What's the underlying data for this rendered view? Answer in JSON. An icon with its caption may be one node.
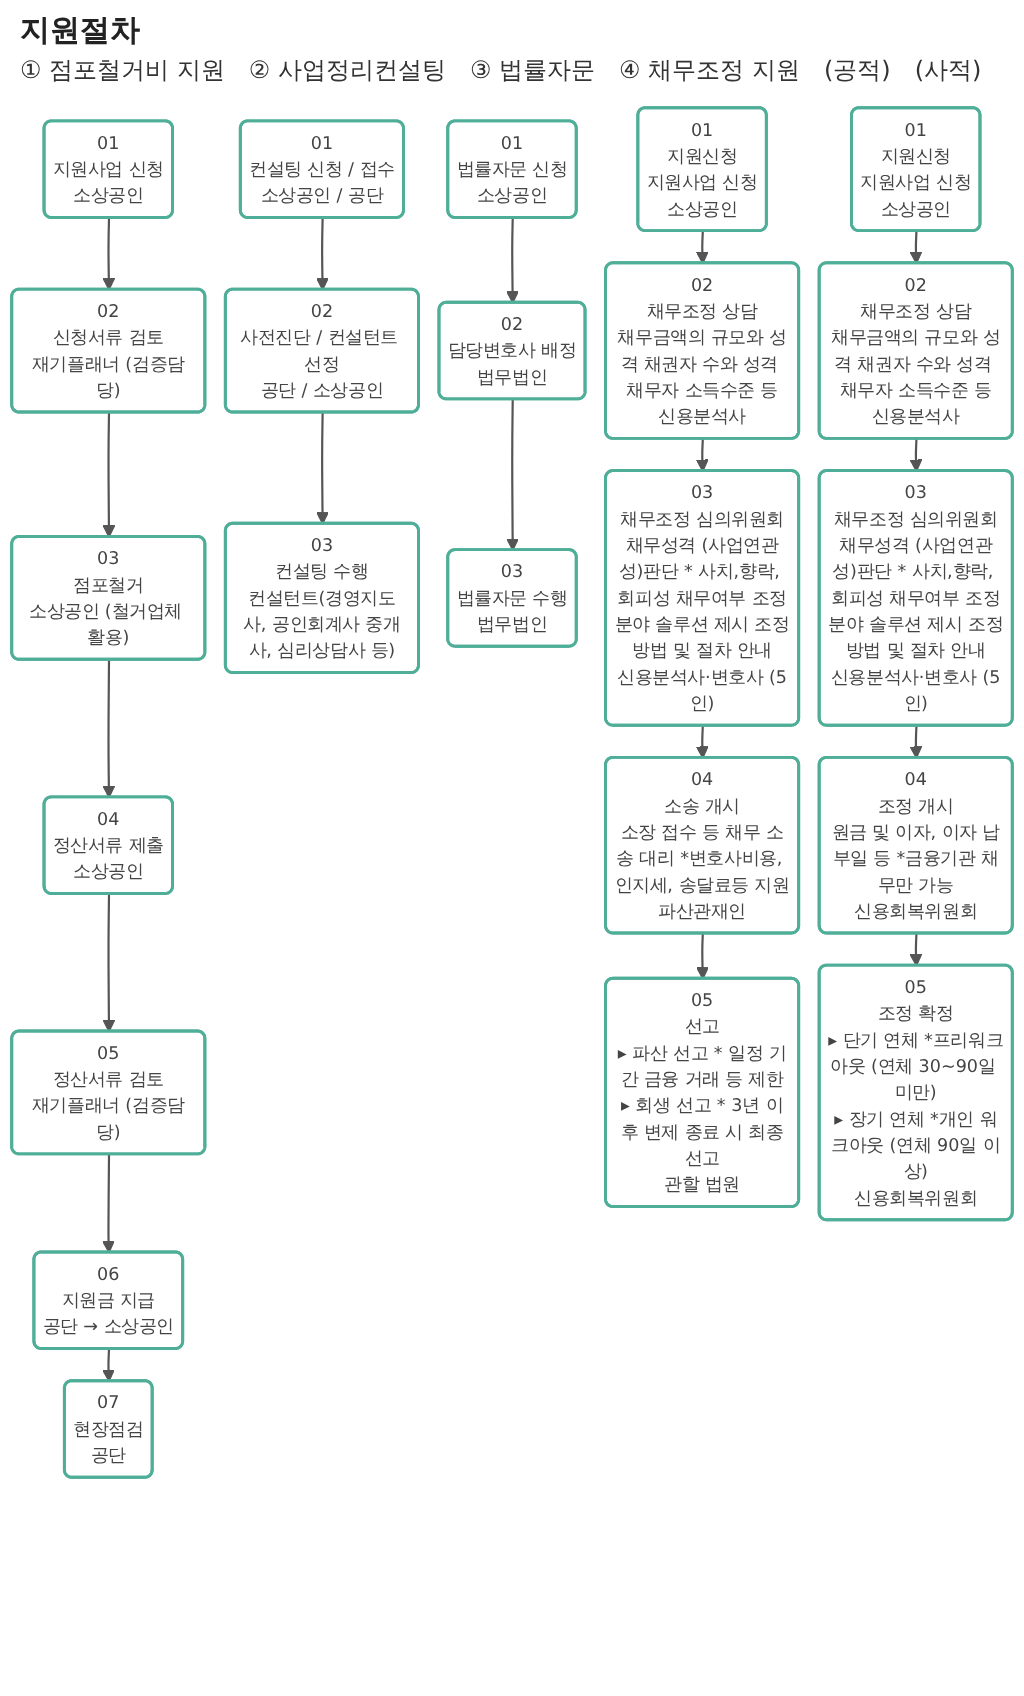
{
  "diagram": {
    "title": "지원절차",
    "nodes": [
      {
        "text": [
          "01",
          "지원사업 신청",
          "소상공인"
        ]
      },
      {
        "text": [
          "02",
          "신청서류 검토",
          "재기플래너 (검증담당)"
        ]
      },
      {
        "text": [
          "03",
          "점포철거",
          "소상공인 (철거업체 활용)"
        ]
      },
      {
        "text": [
          "04",
          "정산서류 제출",
          "소상공인"
        ]
      },
      {
        "text": [
          "05",
          "정산서류 검토",
          "재기플래너 (검증담당)"
        ]
      },
      {
        "text": [
          "06",
          "지원금 지급",
          "공단 → 소상공인"
        ]
      },
      {
        "text": [
          "07",
          "현장점검",
          "공단"
        ]
      },
      {
        "text": [
          "01",
          "컨설팅 신청 / 접수",
          "소상공인 / 공단"
        ]
      },
      {
        "text": [
          "02",
          "사전진단 / 컨설턴트 선정",
          "공단 / 소상공인"
        ]
      },
      {
        "text": [
          "03",
          "컨설팅 수행",
          "컨설턴트(경영지도사, 공인회계사 중개사, 심리상담사 등)"
        ]
      },
      {
        "text": [
          "01",
          "법률자문 신청",
          "소상공인"
        ]
      },
      {
        "text": [
          "02",
          "담당변호사 배정",
          "법무법인"
        ]
      },
      {
        "text": [
          "03",
          "법률자문 수행",
          "법무법인"
        ]
      },
      {
        "text": [
          "01",
          "지원신청",
          "지원사업 신청",
          "소상공인"
        ]
      },
      {
        "text": [
          "02",
          "채무조정 상담",
          "채무금액의 규모와 성격 채권자 수와 성격 채무자 소득수준 등",
          "신용분석사"
        ]
      },
      {
        "text": [
          "03",
          "채무조정 심의위원회",
          "채무성격 (사업연관성)판단 * 사치,향락, 회피성 채무여부 조정분야 솔루션 제시 조정방법 및 절차 안내",
          "신용분석사·변호사 (5인)"
        ]
      },
      {
        "text": [
          "04",
          "소송 개시",
          "소장 접수 등 채무 소송 대리 *변호사비용, 인지세, 송달료등 지원",
          "파산관재인"
        ]
      },
      {
        "text": [
          "05",
          "선고",
          "▸ 파산 선고 * 일정 기간 금융 거래 등 제한",
          "▸ 회생 선고 * 3년 이후 변제 종료 시 최종선고",
          "관할 법원"
        ]
      },
      {
        "text": [
          "01",
          "지원신청",
          "지원사업 신청",
          "소상공인"
        ]
      },
      {
        "text": [
          "02",
          "채무조정 상담",
          "채무금액의 규모와 성격 채권자 수와 성격 채무자 소득수준 등",
          "신용분석사"
        ]
      },
      {
        "text": [
          "03",
          "채무조정 심의위원회",
          "채무성격 (사업연관성)판단 * 사치,향락, 회피성 채무여부 조정분야 솔루션 제시 조정방법 및 절차 안내",
          "신용분석사·변호사 (5인)"
        ]
      },
      {
        "text": [
          "04",
          "조정 개시",
          "원금 및 이자, 이자 납부일 등 *금융기관 채무만 가능",
          "신용회복위원회"
        ]
      },
      {
        "text": [
          "05",
          "조정 확정",
          "▸ 단기 연체 *프리워크아웃 (연체 30~90일 미만)",
          "▸ 장기 연체 *개인 워크아웃 (연체 90일 이상)",
          "신용회복위원회"
        ]
      }
    ],
    "edges": [
      {
        "from": 0,
        "to": 1,
        "arrow": "to"
      },
      {
        "from": 1,
        "to": 2,
        "arrow": "to"
      },
      {
        "from": 2,
        "to": 3,
        "arrow": "to"
      },
      {
        "from": 3,
        "to": 4,
        "arrow": "to"
      },
      {
        "from": 4,
        "to": 5,
        "arrow": "to"
      },
      {
        "from": 5,
        "to": 6,
        "arrow": "to"
      },
      {
        "from": 7,
        "to": 8,
        "arrow": "to"
      },
      {
        "from": 8,
        "to": 9,
        "arrow": "to"
      },
      {
        "from": 10,
        "to": 11,
        "arrow": "to"
      },
      {
        "from": 11,
        "to": 12,
        "arrow": "to"
      },
      {
        "from": 13,
        "to": 14,
        "arrow": "to"
      },
      {
        "from": 14,
        "to": 15,
        "arrow": "to"
      },
      {
        "from": 15,
        "to": 16,
        "arrow": "to"
      },
      {
        "from": 16,
        "to": 17,
        "arrow": "to"
      },
      {
        "from": 18,
        "to": 19,
        "arrow": "to"
      },
      {
        "from": 19,
        "to": 20,
        "arrow": "to"
      },
      {
        "from": 20,
        "to": 21,
        "arrow": "to"
      },
      {
        "from": 21,
        "to": 22,
        "arrow": "to"
      }
    ],
    "labels": [
      "① 점포철거비 지원",
      "② 사업정리컨설팅",
      "③ 법률자문",
      "④ 채무조정 지원",
      "(공적)",
      "(사적)"
    ]
  }
}
